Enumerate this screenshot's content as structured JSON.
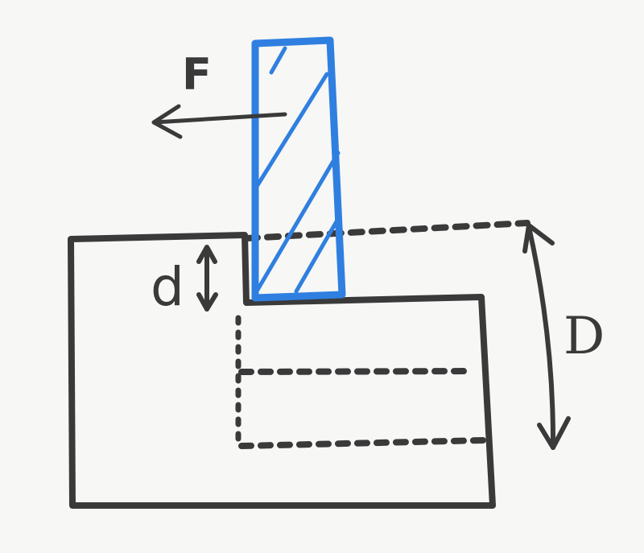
{
  "labels": {
    "force": "F",
    "small_depth": "d",
    "large_depth": "D"
  },
  "colors": {
    "ink": "#3a3a3a",
    "tool": "#2f7fe0",
    "paper": "#f7f7f5"
  }
}
